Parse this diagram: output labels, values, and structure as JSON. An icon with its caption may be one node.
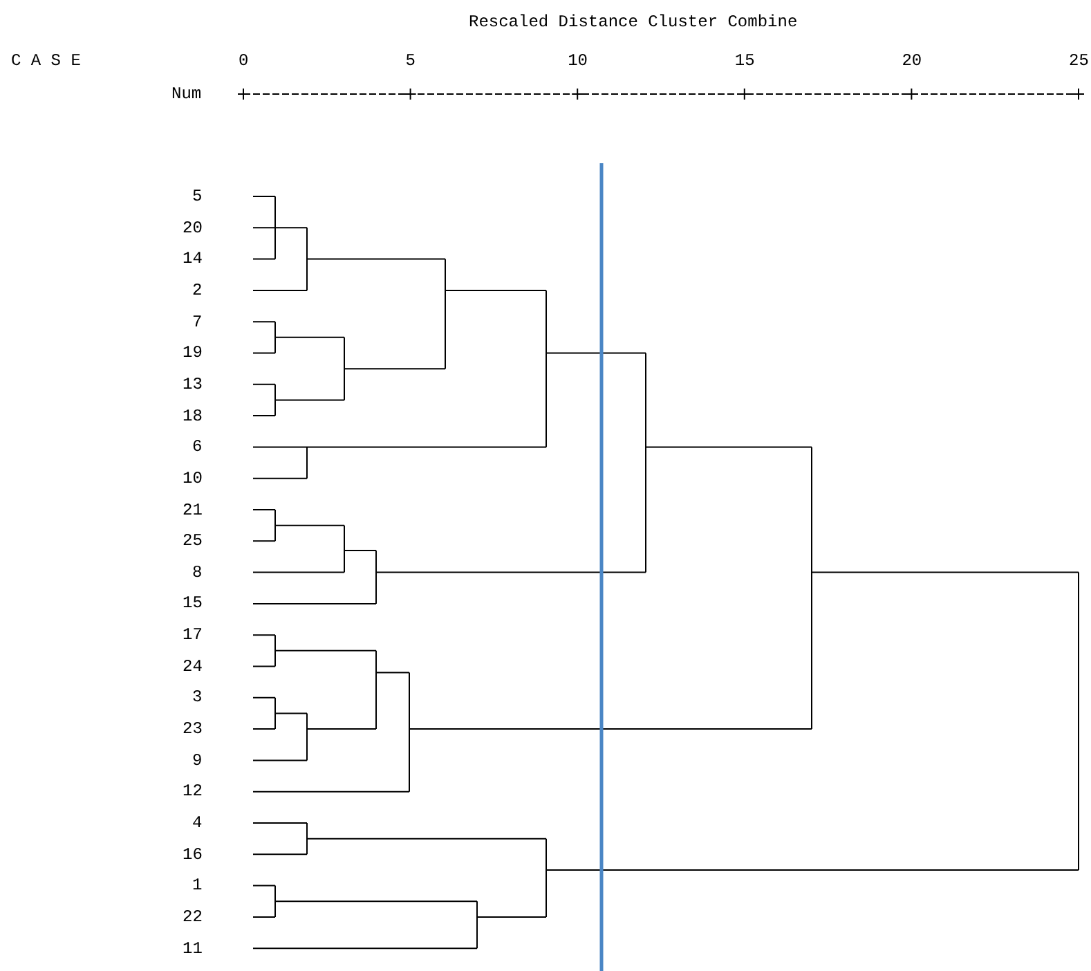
{
  "diagram": {
    "title": "Rescaled Distance Cluster Combine",
    "labels": [
      "C A S E",
      "0",
      "5",
      "10",
      "15",
      "20",
      "25",
      "Num",
      "5",
      "20",
      "14",
      "2",
      "7",
      "19",
      "13",
      "18",
      "6",
      "10",
      "21",
      "25",
      "8",
      "15",
      "17",
      "24",
      "3",
      "23",
      "9",
      "12",
      "4",
      "16",
      "1",
      "22",
      "11"
    ]
  }
}
